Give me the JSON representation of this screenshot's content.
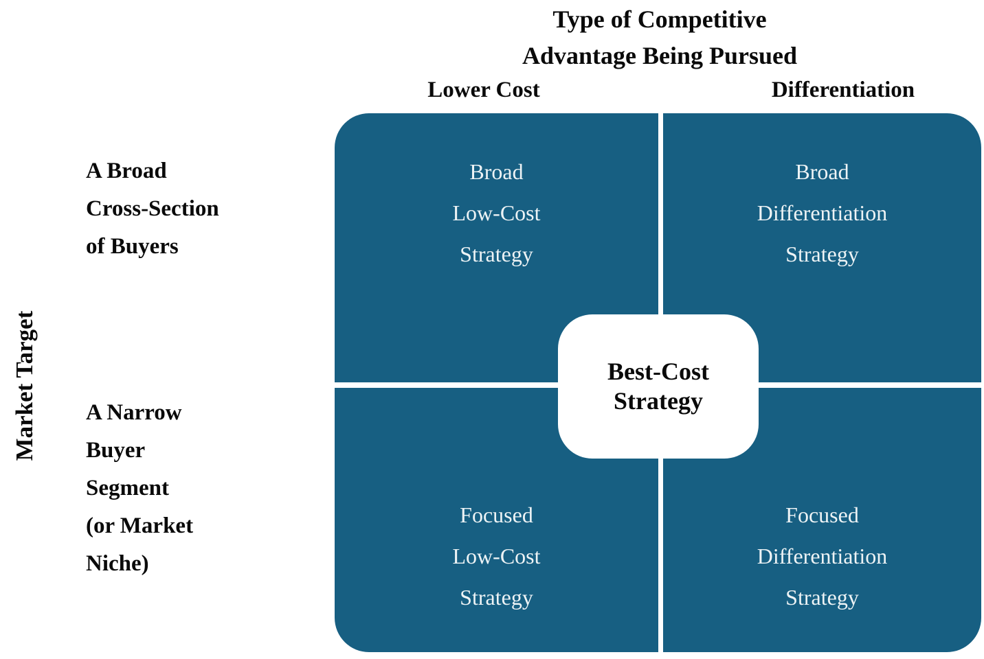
{
  "colors": {
    "quadrant_bg": "#175f82",
    "quadrant_text": "#edf3f5",
    "label_text": "#0a0a0a",
    "center_box_bg": "#ffffff"
  },
  "axis_top": {
    "title_line1": "Type of Competitive",
    "title_line2": "Advantage Being Pursued",
    "col_lower_cost": "Lower Cost",
    "col_differentiation": "Differentiation"
  },
  "axis_left": {
    "title": "Market Target",
    "row_broad": {
      "line1": "A Broad",
      "line2": "Cross-Section",
      "line3": "of Buyers"
    },
    "row_narrow": {
      "line1": "A Narrow",
      "line2": "Buyer",
      "line3": "Segment",
      "line4": "(or Market",
      "line5": "Niche)"
    }
  },
  "quadrants": {
    "broad_low_cost": {
      "line1": "Broad",
      "line2": "Low-Cost",
      "line3": "Strategy"
    },
    "broad_differentiation": {
      "line1": "Broad",
      "line2": "Differentiation",
      "line3": "Strategy"
    },
    "focused_low_cost": {
      "line1": "Focused",
      "line2": "Low-Cost",
      "line3": "Strategy"
    },
    "focused_differentiation": {
      "line1": "Focused",
      "line2": "Differentiation",
      "line3": "Strategy"
    }
  },
  "center": {
    "line1": "Best-Cost",
    "line2": "Strategy"
  }
}
